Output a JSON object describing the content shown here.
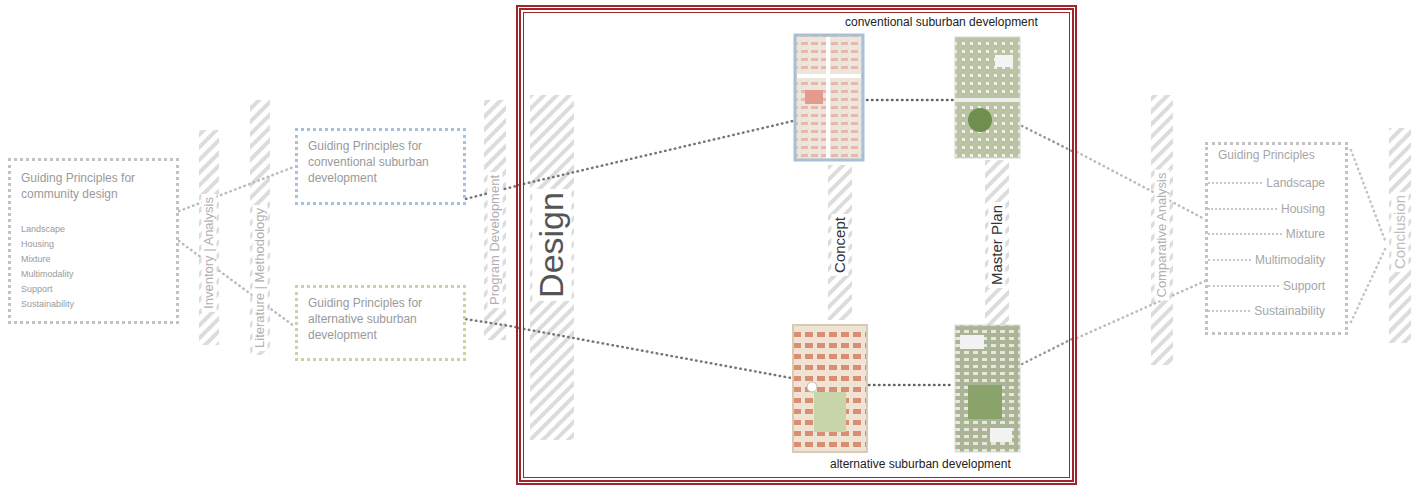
{
  "diagram": {
    "nodes": [
      {
        "text": [
          "Guiding Principles for community design",
          "Landscape",
          "Housing",
          "Mixture",
          "Multimodality",
          "Support",
          "Sustainability"
        ]
      },
      {
        "text": [
          "Guiding Principles for conventional suburban development"
        ]
      },
      {
        "text": [
          "Guiding Principles for alternative suburban development"
        ]
      },
      {
        "text": [
          "conventional suburban development",
          "alternative suburban development"
        ]
      },
      {
        "text": [
          "Guiding Principles",
          "Landscape",
          "Housing",
          "Mixture",
          "Multimodality",
          "Support",
          "Sustainability"
        ]
      }
    ],
    "edges": [
      {
        "from": 0,
        "to": 1,
        "arrow": "none"
      },
      {
        "from": 0,
        "to": 2,
        "arrow": "none"
      },
      {
        "from": 1,
        "to": 3,
        "arrow": "none"
      },
      {
        "from": 2,
        "to": 3,
        "arrow": "none"
      },
      {
        "from": 3,
        "to": 4,
        "arrow": "none"
      },
      {
        "from": 3,
        "to": 4,
        "arrow": "none"
      }
    ],
    "labels": [
      "Inventory | Analysis",
      "Literature | Methodology",
      "Program Development",
      "Design",
      "Concept",
      "Master Plan",
      "Comparative Analysis",
      "Conclusion"
    ]
  }
}
